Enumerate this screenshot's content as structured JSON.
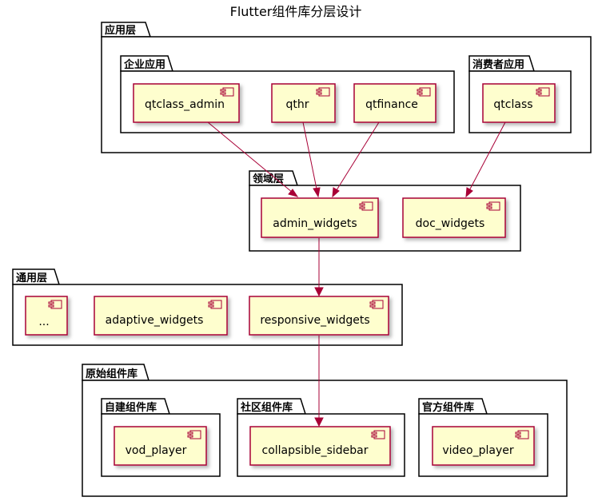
{
  "title": "Flutter组件库分层设计",
  "packages": {
    "app_layer": "应用层",
    "enterprise_apps": "企业应用",
    "consumer_apps": "消费者应用",
    "domain_layer": "领域层",
    "common_layer": "通用层",
    "raw_library": "原始组件库",
    "self_built": "自建组件库",
    "community": "社区组件库",
    "official": "官方组件库"
  },
  "components": {
    "qtclass_admin": "qtclass_admin",
    "qthr": "qthr",
    "qtfinance": "qtfinance",
    "qtclass": "qtclass",
    "admin_widgets": "admin_widgets",
    "doc_widgets": "doc_widgets",
    "ellipsis": "...",
    "adaptive_widgets": "adaptive_widgets",
    "responsive_widgets": "responsive_widgets",
    "vod_player": "vod_player",
    "collapsible_sidebar": "collapsible_sidebar",
    "video_player": "video_player"
  },
  "edges": [
    {
      "from": "qtclass_admin",
      "to": "admin_widgets"
    },
    {
      "from": "qthr",
      "to": "admin_widgets"
    },
    {
      "from": "qtfinance",
      "to": "admin_widgets"
    },
    {
      "from": "qtclass",
      "to": "doc_widgets"
    },
    {
      "from": "admin_widgets",
      "to": "responsive_widgets"
    },
    {
      "from": "responsive_widgets",
      "to": "collapsible_sidebar"
    }
  ],
  "colors": {
    "component_fill": "#FEFECE",
    "component_border": "#A80036",
    "arrow": "#A80036",
    "package_border": "#000000"
  }
}
